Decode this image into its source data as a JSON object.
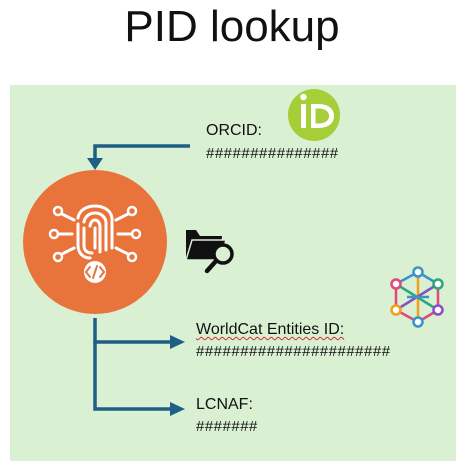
{
  "title": "PID lookup",
  "sources": [
    {
      "name": "ORCID:",
      "value": "###############"
    }
  ],
  "targets": [
    {
      "name": "WorldCat Entities ID:",
      "value": "######################"
    },
    {
      "name": "LCNAF:",
      "value": "#######"
    }
  ],
  "icons": {
    "orcid": "orcid-id-logo-icon",
    "hub": "fingerprint-code-hub-icon",
    "folder": "folder-search-icon",
    "network": "network-graph-icon"
  },
  "colors": {
    "panel": "#d9f0d3",
    "arrow": "#1f5f86",
    "hub": "#e8743b",
    "orcid": "#a6ce39"
  }
}
